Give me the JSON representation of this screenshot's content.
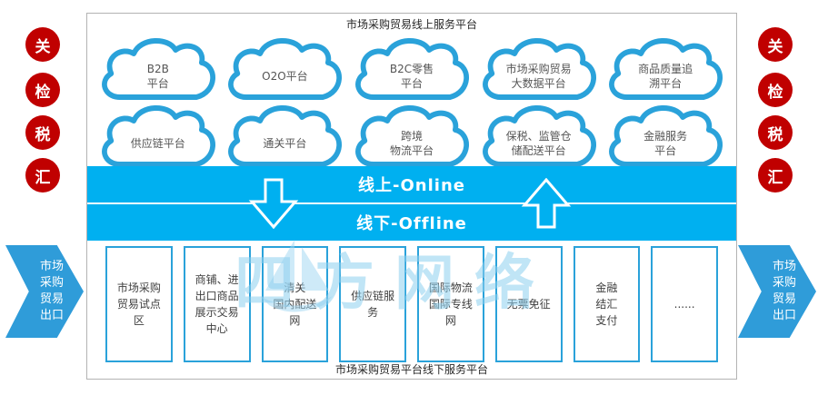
{
  "colors": {
    "badge_red": "#c00000",
    "band_cyan": "#00b0f0",
    "cloud_blue": "#2aa2da",
    "box_border": "#2aa2da",
    "side_arrow_blue": "#2f9cd9",
    "watermark_blue": "#8ed0ef"
  },
  "badges": [
    "关",
    "检",
    "税",
    "汇"
  ],
  "panel_title": "市场采购贸易线上服务平台",
  "clouds_row1": [
    "B2B\n平台",
    "O2O平台",
    "B2C零售\n平台",
    "市场采购贸易\n大数据平台",
    "商品质量追\n溯平台"
  ],
  "clouds_row2": [
    "供应链平台",
    "通关平台",
    "跨境\n物流平台",
    "保税、监管仓\n储配送平台",
    "金融服务\n平台"
  ],
  "band": {
    "online": "线上-Online",
    "offline": "线下-Offline"
  },
  "bottom_boxes": [
    "市场采购\n贸易试点\n区",
    "商铺、进\n出口商品\n展示交易\n中心",
    "清关\n国内配送\n网",
    "供应链服\n务",
    "国际物流\n国际专线\n网",
    "无票免征",
    "金融\n结汇\n支付",
    "......"
  ],
  "bottom_title": "市场采购贸易平台线下服务平台",
  "side_arrow_left": "市场\n采购\n贸易\n出口",
  "side_arrow_right": "市场\n采购\n贸易\n出口",
  "watermark": "四方网络"
}
